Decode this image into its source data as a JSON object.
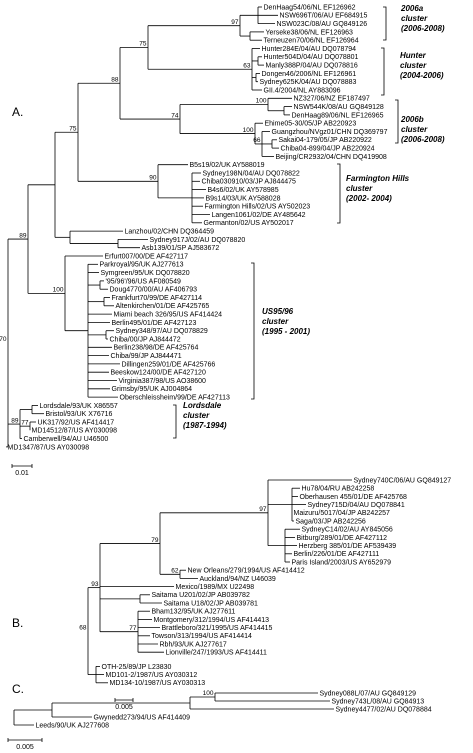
{
  "panels": [
    {
      "label": "A.",
      "scale_bar": "0.01",
      "clusters": [
        {
          "lines": [
            "2006a",
            "cluster",
            "(2006-2008)"
          ]
        },
        {
          "lines": [
            "Hunter",
            "cluster",
            "(2004-2006)"
          ]
        },
        {
          "lines": [
            "2006b",
            "cluster",
            "(2006-2008)"
          ]
        },
        {
          "lines": [
            "Farmington Hills",
            "cluster",
            "(2002- 2004)"
          ]
        },
        {
          "lines": [
            "US95/96",
            "cluster",
            "(1995 - 2001)"
          ]
        },
        {
          "lines": [
            "Lordsdale",
            "cluster",
            "(1987-1994)"
          ]
        }
      ],
      "bootstrap": [
        "97",
        "75",
        "87",
        "88",
        "63",
        "100",
        "75",
        "64",
        "100",
        "74",
        "100",
        "66",
        "90",
        "100",
        "70",
        "89",
        "77"
      ],
      "taxa": [
        "DenHaag54/06/NL EF126962",
        "NSW696T/06/AU EF684915",
        "NSW023C/08/AU GQ849126",
        "Yerseke38/06/NL EF126963",
        "Terneuzen70/06/NL EF126964",
        "Hunter284E/04/AU DQ078794",
        "Hunter504D/04/AU DQ078801",
        "Manly388P/04/AU DQ078816",
        "Dongen46/2006/NL EF126961",
        "Sydney625K/04/AU DQ078883",
        "GII.4/2004/NL AY883096",
        "NZ327/06/NZ EF187497",
        "NSW544K/08/AU GQ849128",
        "DenHaag89/06/NL EF126965",
        "Ehime05-30/05/JP AB220923",
        "Guangzhou/NVgz01/CHN DQ369797",
        "Sakai04-179/05/JP AB220922",
        "Chiba04-899/04/JP AB220924",
        "Beijing/CR2932/04/CHN DQ419908",
        "B5s19/02/UK AY588019",
        "Sydney198N/04/AU DQ078822",
        "Chiba030910/03/JP AJ844475",
        "B4s6/02/UK AY578985",
        "B9s14/03/UK AY588028",
        "Farmington Hills/02/US AY502023",
        "Langen1061/02/DE AY485642",
        "Germanton/02/US AY502017",
        "Lanzhou/02/CHN DQ364459",
        "Sydney917J/02/AU DQ078820",
        "Asb139/01/SP AJ583672",
        "Erfurt007/00/DE AF427117",
        "Parkroyal/95/UK AJ277613",
        "Symgreen/95/UK DQ078820",
        "'95/96'/96/US AF080549",
        "Doug4770/00/AU AF406793",
        "Frankfurt70/99/DE AF427114",
        "Altenkirchen/01/DE AF425765",
        "Miami beach 326/95/US AF414424",
        "Berlin495/01/DE AF427123",
        "Sydney348/97/AU DQ078829",
        "Chiba/00/JP AJ844472",
        "Berlin238/98/DE AF425764",
        "Chiba/99/JP AJ844471",
        "Dillingen259/01/DE AF425766",
        "Beeskow124/00/DE AF427120",
        "Virginia387/98/US AO38600",
        "Grimsby/95/UK AJ004864",
        "Oberschleissheim/99/DE AF427113",
        "Lordsdale/93/UK X86557",
        "Bristol/93/UK X76716",
        "UK317/92/US AF414417",
        "MD14512/87/US AY030098",
        "Camberwell/94/AU U46500",
        "MD1347/87/US AY030098"
      ]
    },
    {
      "label": "B.",
      "scale_bar": "0.005",
      "bootstrap": [
        "97",
        "79",
        "93",
        "62",
        "68",
        "77"
      ],
      "taxa": [
        "Sydney740C/06/AU GQ849127",
        "Hu78/04/RU AB242258",
        "Oberhausen 455/01/DE AF425768",
        "Sydney715D/04/AU DQ078841",
        "Maizuru/5017/04/JP AB242257",
        "Saga/03/JP AB242256",
        "SydneyC14/02/AU AY845056",
        "Bitburg/289/01/DE AF427112",
        "Herzberg 385/01/DE AF539439",
        "Berlin/226/01/DE AF427111",
        "Paris Island/2003/US AY652979",
        "New Orleans/279/1994/US AF414412",
        "Auckland/94/NZ U46039",
        "Mexico/1989/MX U22498",
        "Saitama U201/02/JP AB039782",
        "Saitama U18/02/JP AB039781",
        "Bham132/95/UK AJ277611",
        "Montgomery/312/1994/US AF414413",
        "Brattleboro/321/1995/US AF414415",
        "Towson/313/1994/US AF414414",
        "Rbh/93/UK AJ277617",
        "Lionville/247/1993/US AF414411",
        "OTH-25/89/JP L23830",
        "MD101-2/1987/US AY030312",
        "MD134-10/1987/US AY030313"
      ]
    },
    {
      "label": "C.",
      "scale_bar": "0.005",
      "bootstrap": [
        "100"
      ],
      "taxa": [
        "Sydney088L/07/AU GQ849129",
        "Sydney743L/08/AU GQ84913",
        "Sydney4477/02/AU DQ078884",
        "Gwynedd273/94/US AF414409",
        "Leeds/90/UK AJ277608"
      ]
    }
  ]
}
